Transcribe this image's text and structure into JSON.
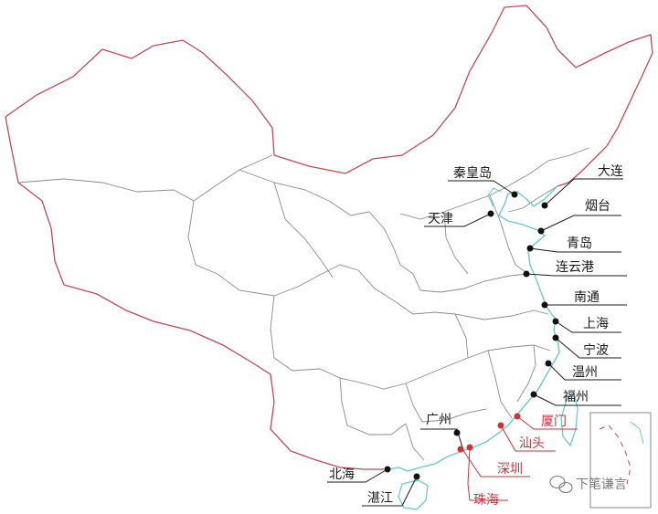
{
  "colors": {
    "border": "#c0485a",
    "province": "#8a8a8a",
    "coast": "#6ec9c2",
    "black_city": "#111111",
    "red_city": "#d0303c"
  },
  "cities": [
    {
      "name": "秦皇岛",
      "color": "black"
    },
    {
      "name": "大连",
      "color": "black"
    },
    {
      "name": "天津",
      "color": "black"
    },
    {
      "name": "烟台",
      "color": "black"
    },
    {
      "name": "青岛",
      "color": "black"
    },
    {
      "name": "连云港",
      "color": "black"
    },
    {
      "name": "南通",
      "color": "black"
    },
    {
      "name": "上海",
      "color": "black"
    },
    {
      "name": "宁波",
      "color": "black"
    },
    {
      "name": "温州",
      "color": "black"
    },
    {
      "name": "福州",
      "color": "black"
    },
    {
      "name": "厦门",
      "color": "red"
    },
    {
      "name": "汕头",
      "color": "red"
    },
    {
      "name": "广州",
      "color": "black"
    },
    {
      "name": "深圳",
      "color": "red"
    },
    {
      "name": "珠海",
      "color": "red"
    },
    {
      "name": "北海",
      "color": "black"
    },
    {
      "name": "湛江",
      "color": "black"
    }
  ],
  "watermark": {
    "text": "下笔谦言",
    "icon": "wechat-icon"
  }
}
